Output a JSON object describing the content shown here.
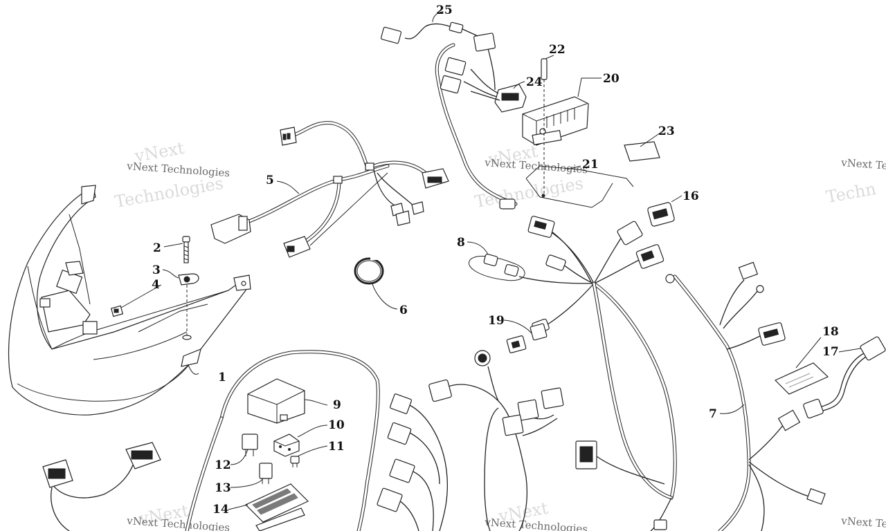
{
  "watermark": {
    "line1": "vNext",
    "line2": "Technologies",
    "small": "vNext Technologies",
    "partial_big": "Techn",
    "partial_small": "vNext Te"
  },
  "callouts": [
    {
      "id": "1",
      "label": "1"
    },
    {
      "id": "2",
      "label": "2"
    },
    {
      "id": "3",
      "label": "3"
    },
    {
      "id": "4",
      "label": "4"
    },
    {
      "id": "5",
      "label": "5"
    },
    {
      "id": "6",
      "label": "6"
    },
    {
      "id": "7",
      "label": "7"
    },
    {
      "id": "8",
      "label": "8"
    },
    {
      "id": "9",
      "label": "9"
    },
    {
      "id": "10",
      "label": "10"
    },
    {
      "id": "11",
      "label": "11"
    },
    {
      "id": "12",
      "label": "12"
    },
    {
      "id": "13",
      "label": "13"
    },
    {
      "id": "14",
      "label": "14"
    },
    {
      "id": "16",
      "label": "16"
    },
    {
      "id": "17",
      "label": "17"
    },
    {
      "id": "18",
      "label": "18"
    },
    {
      "id": "19",
      "label": "19"
    },
    {
      "id": "20",
      "label": "20"
    },
    {
      "id": "21",
      "label": "21"
    },
    {
      "id": "22",
      "label": "22"
    },
    {
      "id": "23",
      "label": "23"
    },
    {
      "id": "24",
      "label": "24"
    },
    {
      "id": "25",
      "label": "25"
    }
  ]
}
